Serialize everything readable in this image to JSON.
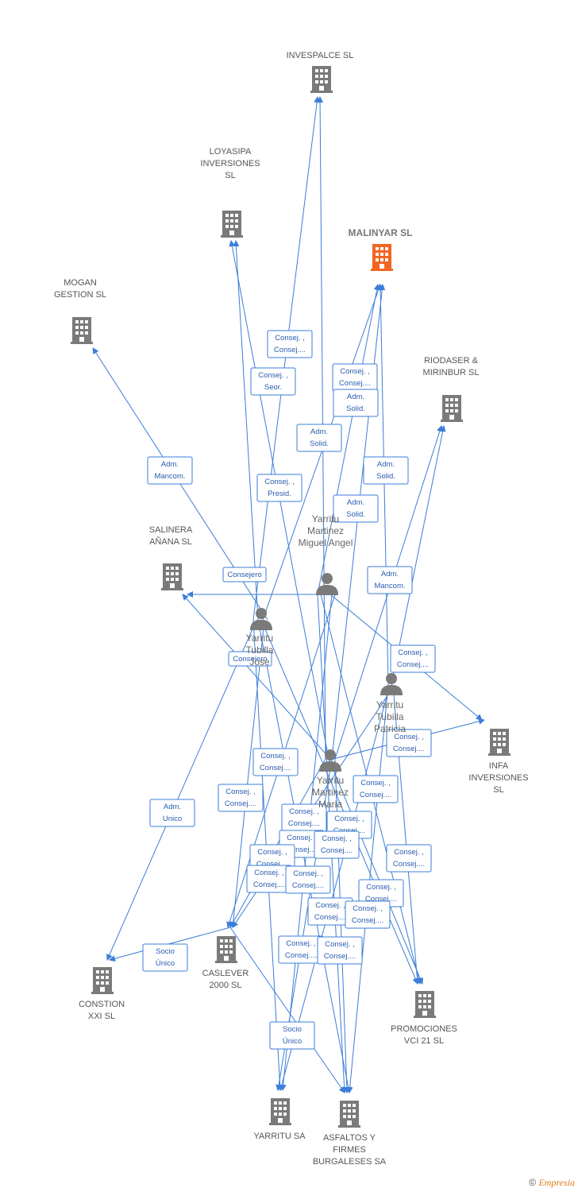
{
  "colors": {
    "edge": "#3b7dd8",
    "company": "#7a7a7a",
    "main_company": "#f26522",
    "person": "#7a7a7a"
  },
  "companies": [
    {
      "id": "invespalce",
      "lines": [
        "INVESPALCE SL"
      ],
      "main": false
    },
    {
      "id": "loyasipa",
      "lines": [
        "LOYASIPA",
        "INVERSIONES",
        "SL"
      ],
      "main": false
    },
    {
      "id": "malinyar",
      "lines": [
        "MALINYAR  SL"
      ],
      "main": true
    },
    {
      "id": "mogan",
      "lines": [
        "MOGAN",
        "GESTION  SL"
      ],
      "main": false
    },
    {
      "id": "riodaser",
      "lines": [
        "RIODASER &",
        "MIRINBUR  SL"
      ],
      "main": false
    },
    {
      "id": "salinera",
      "lines": [
        "SALINERA",
        "AÑANA SL"
      ],
      "main": false
    },
    {
      "id": "infa",
      "lines": [
        "INFA",
        "INVERSIONES",
        "SL"
      ],
      "main": false
    },
    {
      "id": "caslever",
      "lines": [
        "CASLEVER",
        "2000 SL"
      ],
      "main": false
    },
    {
      "id": "constion",
      "lines": [
        "CONSTION",
        "XXI  SL"
      ],
      "main": false
    },
    {
      "id": "promociones",
      "lines": [
        "PROMOCIONES",
        "VCI 21  SL"
      ],
      "main": false
    },
    {
      "id": "yarritu_sa",
      "lines": [
        "YARRITU SA"
      ],
      "main": false
    },
    {
      "id": "asfaltos",
      "lines": [
        "ASFALTOS Y",
        "FIRMES",
        "BURGALESES SA"
      ],
      "main": false
    }
  ],
  "persons": [
    {
      "id": "miguel",
      "lines": [
        "Yarritu",
        "Martinez",
        "Miguel Angel"
      ]
    },
    {
      "id": "jose",
      "lines": [
        "Yarritu",
        "Tubilla",
        "Jose"
      ]
    },
    {
      "id": "patricia",
      "lines": [
        "Yarritu",
        "Tubilla",
        "Patricia"
      ]
    },
    {
      "id": "maria",
      "lines": [
        "Yarritu",
        "Martinez",
        "Maria"
      ]
    }
  ],
  "edges": [
    {
      "from": "jose",
      "to": "invespalce"
    },
    {
      "from": "maria",
      "to": "invespalce"
    },
    {
      "from": "jose",
      "to": "loyasipa"
    },
    {
      "from": "maria",
      "to": "loyasipa"
    },
    {
      "from": "jose",
      "to": "malinyar"
    },
    {
      "from": "maria",
      "to": "malinyar"
    },
    {
      "from": "miguel",
      "to": "malinyar"
    },
    {
      "from": "patricia",
      "to": "malinyar"
    },
    {
      "from": "jose",
      "to": "mogan"
    },
    {
      "from": "maria",
      "to": "riodaser"
    },
    {
      "from": "patricia",
      "to": "riodaser"
    },
    {
      "from": "miguel",
      "to": "salinera"
    },
    {
      "from": "maria",
      "to": "salinera"
    },
    {
      "from": "miguel",
      "to": "infa"
    },
    {
      "from": "maria",
      "to": "infa"
    },
    {
      "from": "jose",
      "to": "constion"
    },
    {
      "from": "caslever",
      "to": "constion"
    },
    {
      "from": "jose",
      "to": "caslever"
    },
    {
      "from": "miguel",
      "to": "caslever"
    },
    {
      "from": "maria",
      "to": "caslever"
    },
    {
      "from": "patricia",
      "to": "caslever"
    },
    {
      "from": "jose",
      "to": "promociones"
    },
    {
      "from": "miguel",
      "to": "promociones"
    },
    {
      "from": "maria",
      "to": "promociones"
    },
    {
      "from": "patricia",
      "to": "promociones"
    },
    {
      "from": "jose",
      "to": "yarritu_sa"
    },
    {
      "from": "miguel",
      "to": "yarritu_sa"
    },
    {
      "from": "maria",
      "to": "yarritu_sa"
    },
    {
      "from": "patricia",
      "to": "yarritu_sa"
    },
    {
      "from": "jose",
      "to": "asfaltos"
    },
    {
      "from": "miguel",
      "to": "asfaltos"
    },
    {
      "from": "maria",
      "to": "asfaltos"
    },
    {
      "from": "patricia",
      "to": "asfaltos"
    },
    {
      "from": "caslever",
      "to": "asfaltos"
    }
  ],
  "edge_labels": [
    {
      "lines": [
        "Consej. ,",
        "Consej...."
      ]
    },
    {
      "lines": [
        "Consej. ,",
        "Seor."
      ]
    },
    {
      "lines": [
        "Consej. ,",
        "Consej...."
      ]
    },
    {
      "lines": [
        "Adm.",
        "Solid."
      ]
    },
    {
      "lines": [
        "Adm.",
        "Solid."
      ]
    },
    {
      "lines": [
        "Adm.",
        "Solid."
      ]
    },
    {
      "lines": [
        "Adm.",
        "Mancom."
      ]
    },
    {
      "lines": [
        "Consej. ,",
        "Presid."
      ]
    },
    {
      "lines": [
        "Adm.",
        "Solid."
      ]
    },
    {
      "lines": [
        "Consejero"
      ]
    },
    {
      "lines": [
        "Adm.",
        "Mancom."
      ]
    },
    {
      "lines": [
        "Consejero"
      ]
    },
    {
      "lines": [
        "Consej. ,",
        "Consej...."
      ]
    },
    {
      "lines": [
        "Consej. ,",
        "Consej...."
      ]
    },
    {
      "lines": [
        "Consej. ,",
        "Consej...."
      ]
    },
    {
      "lines": [
        "Consej. ,",
        "Consej...."
      ]
    },
    {
      "lines": [
        "Consej. ,",
        "Consej...."
      ]
    },
    {
      "lines": [
        "Adm.",
        "Unico"
      ]
    },
    {
      "lines": [
        "Consej. ,",
        "Consej...."
      ]
    },
    {
      "lines": [
        "Consej. ,",
        "Consej...."
      ]
    },
    {
      "lines": [
        "Consej. ,",
        "Consej...."
      ]
    },
    {
      "lines": [
        "Consej. ,",
        "Consej...."
      ]
    },
    {
      "lines": [
        "Consej. ,",
        "Consej...."
      ]
    },
    {
      "lines": [
        "Consej. ,",
        "Consej...."
      ]
    },
    {
      "lines": [
        "Consej. ,",
        "Consej...."
      ]
    },
    {
      "lines": [
        "Consej. ,",
        "Consej...."
      ]
    },
    {
      "lines": [
        "Consej. ,",
        "Consej...."
      ]
    },
    {
      "lines": [
        "Consej. ,",
        "Consej...."
      ]
    },
    {
      "lines": [
        "Consej. ,",
        "Consej...."
      ]
    },
    {
      "lines": [
        "Socio",
        "Único"
      ]
    },
    {
      "lines": [
        "Consej. ,",
        "Consej...."
      ]
    },
    {
      "lines": [
        "Consej. ,",
        "Consej...."
      ]
    },
    {
      "lines": [
        "Socio",
        "Único"
      ]
    }
  ],
  "footer": {
    "copyright": "©",
    "brand": "Empresia"
  }
}
